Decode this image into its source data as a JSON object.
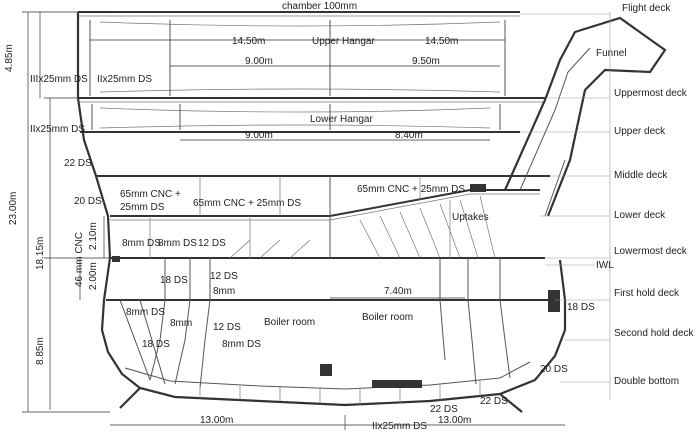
{
  "title": "chamber 100mm",
  "decks": [
    "Flight deck",
    "Funnel",
    "Uppermost deck",
    "Upper deck",
    "Middle deck",
    "Lower deck",
    "Lowermost deck",
    "IWL",
    "First hold deck",
    "Second hold deck",
    "Double bottom"
  ],
  "spaces": {
    "upper_hangar": "Upper Hangar",
    "lower_hangar": "Lower Hangar",
    "uptakes": "Uptakes",
    "boiler_left": "Boiler room",
    "boiler_right": "Boiler room"
  },
  "dimensions": {
    "h_1450_left": "14.50m",
    "h_1450_right": "14.50m",
    "h_900_upper": "9.00m",
    "h_950_upper": "9.50m",
    "h_900_lower": "9.00m",
    "h_840_lower": "8.40m",
    "h_740": "7.40m",
    "h_1300_left": "13.00m",
    "h_1300_right": "13.00m",
    "v_485": "4.85m",
    "v_2300": "23.00m",
    "v_1815": "18.15m",
    "v_210": "2.10m",
    "v_200": "2.00m",
    "v_885": "8.85m",
    "v_46cnc": "46 mm CNC"
  },
  "armor": {
    "a1": "IIIx25mm DS",
    "a2": "IIx25mm DS",
    "a3": "IIx25mm DS",
    "a4": "22 DS",
    "a5": "20 DS",
    "a6": "65mm CNC +",
    "a6b": "25mm DS",
    "a7": "65mm CNC + 25mm DS",
    "a8": "65mm CNC + 25mm DS",
    "a9": "8mm DS",
    "a10": "8mm DS",
    "a11": "12 DS",
    "a12": "18 DS",
    "a13": "12 DS",
    "a14": "8mm",
    "a15": "8mm DS",
    "a16": "8mm",
    "a17": "12 DS",
    "a18": "18 DS",
    "a19": "8mm DS",
    "a20": "18 DS",
    "a21": "20 DS",
    "a22": "22 DS",
    "a23": "22 DS",
    "a24": "IIx25mm DS"
  }
}
